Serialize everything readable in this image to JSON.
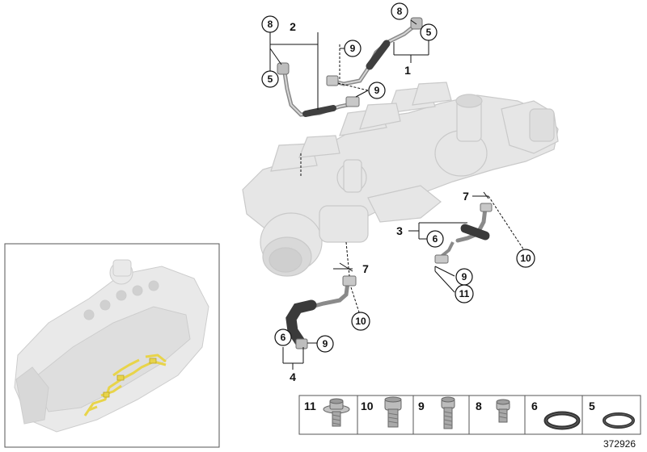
{
  "diagram": {
    "reference_number": "372926",
    "callouts": [
      {
        "id": "c8a",
        "label": "8"
      },
      {
        "id": "c5a",
        "label": "5"
      },
      {
        "id": "c9a",
        "label": "9"
      },
      {
        "id": "c9b",
        "label": "9"
      },
      {
        "id": "c8b",
        "label": "8"
      },
      {
        "id": "c5b",
        "label": "5"
      },
      {
        "id": "c6a",
        "label": "6"
      },
      {
        "id": "c10a",
        "label": "10"
      },
      {
        "id": "c9c",
        "label": "9"
      },
      {
        "id": "c11a",
        "label": "11"
      },
      {
        "id": "c10b",
        "label": "10"
      },
      {
        "id": "c6b",
        "label": "6"
      },
      {
        "id": "c9d",
        "label": "9"
      }
    ],
    "group_labels": [
      {
        "id": "g1",
        "label": "1"
      },
      {
        "id": "g2",
        "label": "2"
      },
      {
        "id": "g3",
        "label": "3"
      },
      {
        "id": "g4",
        "label": "4"
      },
      {
        "id": "g7a",
        "label": "7"
      },
      {
        "id": "g7b",
        "label": "7"
      }
    ],
    "legend": [
      {
        "label": "11",
        "icon": "collar-bolt-icon"
      },
      {
        "label": "10",
        "icon": "hex-socket-bolt-icon"
      },
      {
        "label": "9",
        "icon": "torx-bolt-icon"
      },
      {
        "label": "8",
        "icon": "short-torx-bolt-icon"
      },
      {
        "label": "6",
        "icon": "large-o-ring-icon"
      },
      {
        "label": "5",
        "icon": "small-o-ring-icon"
      }
    ],
    "colors": {
      "line": "#111111",
      "engine_ghost": "#e4e4e4",
      "engine_edge": "#c8c8c8",
      "pipe_metal": "#9a9a9a",
      "hose_dark": "#4a4a4a",
      "highlight_yellow": "#e8d44a"
    }
  }
}
